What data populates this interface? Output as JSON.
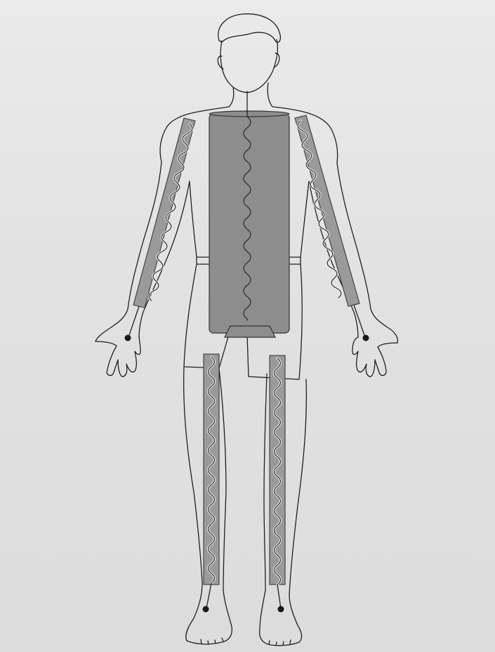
{
  "figure": {
    "subject": "human-body-front-view",
    "colors": {
      "background": "#e4e4e4",
      "outline": "#202020",
      "segment_fill": "#9a9a9a",
      "trunk_fill": "#8d8d8d",
      "electrode": "#1a1a1a"
    },
    "segments": [
      "left-arm",
      "right-arm",
      "trunk",
      "left-leg",
      "right-leg"
    ],
    "electrodes": [
      "left-hand",
      "right-hand",
      "left-foot",
      "right-foot"
    ]
  }
}
